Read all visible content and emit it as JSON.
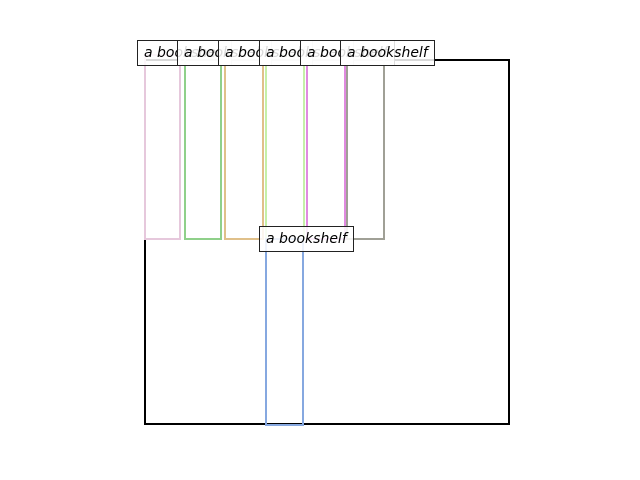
{
  "diagram": {
    "boxes": [
      {
        "label": "a bookshelf",
        "color": "#e6c8dc"
      },
      {
        "label": "a bookshelf",
        "color": "#8fd08a"
      },
      {
        "label": "a bookshelf",
        "color": "#e0c08a"
      },
      {
        "label": "a bookshelf",
        "color": "#c5f0a8"
      },
      {
        "label": "a bookshelf",
        "color": "#e08ae0"
      },
      {
        "label": "a bookshelf",
        "color": "#a0a096"
      },
      {
        "label": "a bookshelf",
        "color": "#86a8e0"
      }
    ],
    "frame_color": "#000000"
  }
}
